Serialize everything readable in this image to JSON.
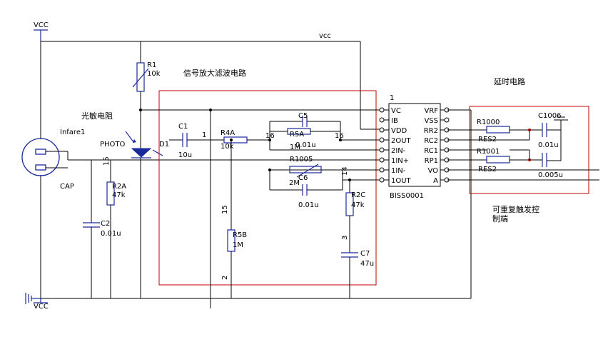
{
  "power": {
    "vcc_top": "VCC",
    "vcc_bottom": "VCC",
    "vcc_bus": "vcc"
  },
  "sections": {
    "amp_filter": "信号放大滤波电路",
    "delay": "延时电路",
    "retrigger": "可重复触发控\n制端"
  },
  "sensor": {
    "photo_cn": "光敏电阻",
    "infrared": "Infare1",
    "photo": "PHOTO",
    "d1": "D1",
    "cap": "CAP"
  },
  "components": {
    "r1": {
      "ref": "R1",
      "value": "10k"
    },
    "r2a": {
      "ref": "R2A",
      "value": "47k"
    },
    "c2": {
      "ref": "C2",
      "value": "0.01u"
    },
    "c1": {
      "ref": "C1",
      "value": "10u"
    },
    "r4a": {
      "ref": "R4A",
      "value": "10k"
    },
    "c5": {
      "ref": "C5",
      "value": "0.01u"
    },
    "r5a": {
      "ref": "R5A",
      "value": "1M"
    },
    "r1005": {
      "ref": "R1005"
    },
    "c6": {
      "ref": "C6",
      "value": "0.01u"
    },
    "r2m": {
      "value": "2M"
    },
    "r5b": {
      "ref": "R5B",
      "value": "1M"
    },
    "r2c": {
      "ref": "R2C",
      "value": "47k"
    },
    "c7": {
      "ref": "C7",
      "value": "47u"
    },
    "r1000": {
      "ref": "R1000",
      "sub": "RES2"
    },
    "r1001": {
      "ref": "R1001",
      "sub": "RES2"
    },
    "c1006": {
      "ref": "C1006",
      "value": "0.01u"
    },
    "c1007": {
      "value": "0.005u"
    }
  },
  "nodes": {
    "n1": "1",
    "n16a": "16",
    "n16b": "16",
    "n14": "14",
    "n15a": "15",
    "n15b": "15",
    "n2": "2",
    "n3": "3"
  },
  "chip": {
    "name": "BISS0001",
    "pin1": "1",
    "left_pins": [
      "VC",
      "IB",
      "VDD",
      "2OUT",
      "2IN-",
      "1IN+",
      "1IN-",
      "1OUT"
    ],
    "right_pins": [
      "VRF",
      "VSS",
      "RR2",
      "RC2",
      "RC1",
      "RP1",
      "VO",
      "A"
    ]
  }
}
